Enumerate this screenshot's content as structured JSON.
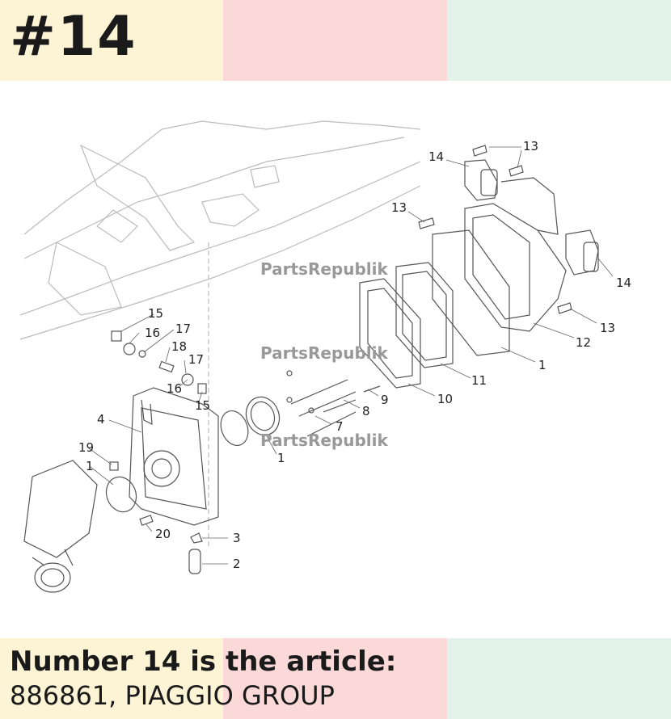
{
  "header": {
    "title": "#14",
    "colors": [
      "#fdf4d6",
      "#fbd9d9",
      "#e3f3ec"
    ]
  },
  "footer": {
    "line1": "Number 14 is the article:",
    "line2": "886861, PIAGGIO GROUP",
    "colors": [
      "#fdf4d6",
      "#fbd9d9",
      "#e3f3ec"
    ]
  },
  "diagram": {
    "watermark": "PartsRepublik",
    "callouts": [
      "1",
      "1",
      "1",
      "2",
      "3",
      "4",
      "7",
      "8",
      "9",
      "10",
      "11",
      "12",
      "13",
      "13",
      "13",
      "14",
      "14",
      "15",
      "15",
      "16",
      "16",
      "17",
      "17",
      "18",
      "19",
      "20"
    ]
  }
}
